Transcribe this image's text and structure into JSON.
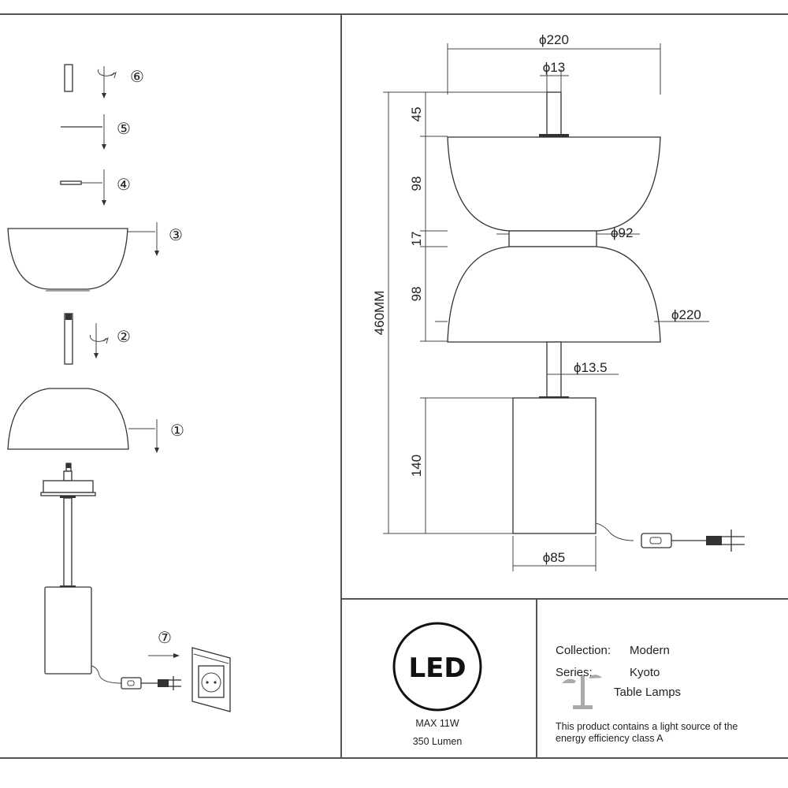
{
  "assembly_steps": [
    "⑥",
    "⑤",
    "④",
    "③",
    "②",
    "①",
    "⑦"
  ],
  "dimensions": {
    "shade_top_diameter": "ϕ220",
    "rod_top_diameter": "ϕ13",
    "rod_top_height": "45",
    "upper_shade_height": "98",
    "neck_height": "17",
    "lower_shade_height": "98",
    "total_height": "460MM",
    "neck_diameter": "ϕ92",
    "shade_bottom_diameter": "ϕ220",
    "rod_bottom_diameter": "ϕ13.5",
    "base_height": "140",
    "base_diameter": "ϕ85"
  },
  "led_panel": {
    "logo": "LED",
    "power": "MAX 11W",
    "lumen": "350 Lumen"
  },
  "info_panel": {
    "collection_label": "Collection:",
    "collection_value": "Modern",
    "series_label": "Series:",
    "series_value": "Kyoto",
    "category": "Table Lamps",
    "energy_note_line1": "This product contains a light source of the",
    "energy_note_line2": "energy efficiency class A"
  }
}
